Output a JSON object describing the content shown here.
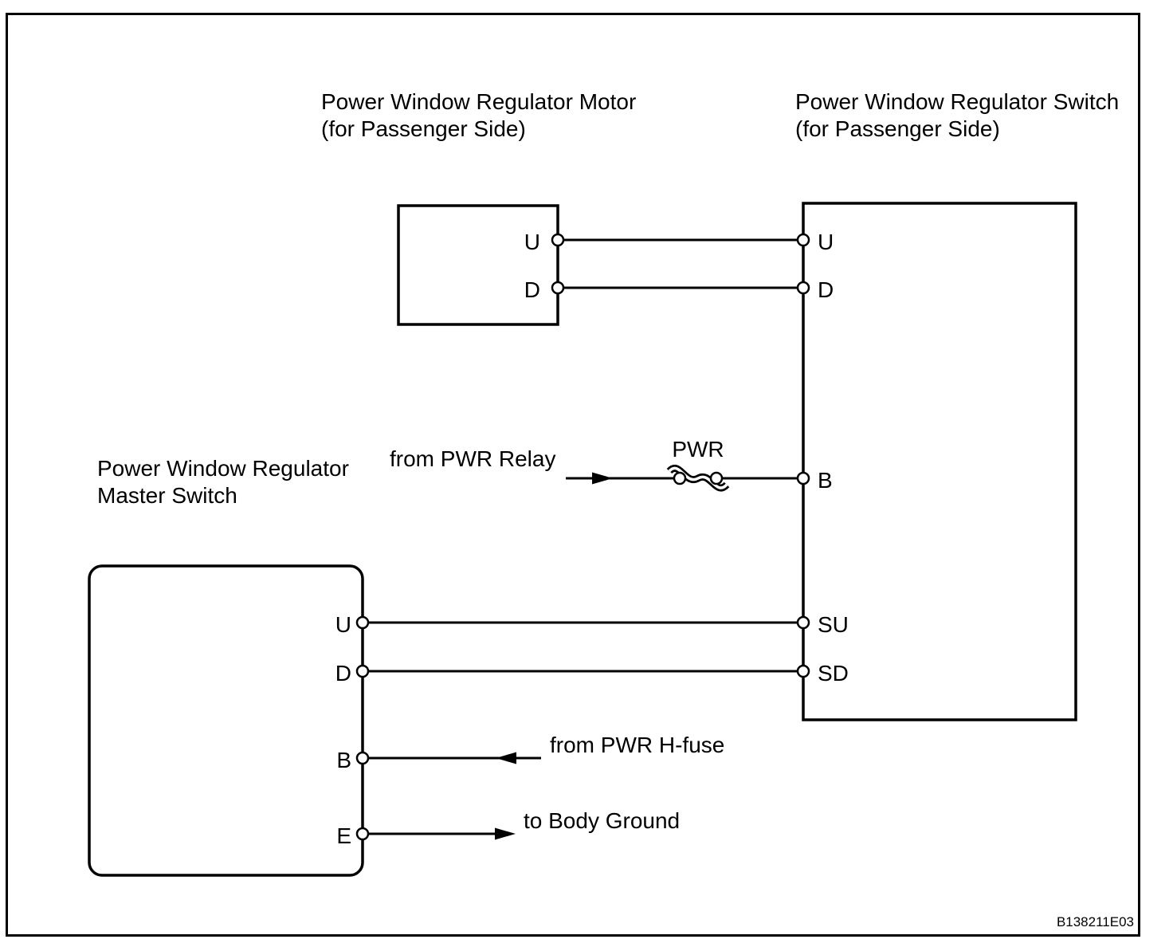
{
  "colors": {
    "ink": "#000000",
    "paper": "#ffffff"
  },
  "motor": {
    "title_line1": "Power Window Regulator Motor",
    "title_line2": "(for Passenger Side)",
    "terminals": [
      "U",
      "D"
    ]
  },
  "switch": {
    "title_line1": "Power Window Regulator Switch",
    "title_line2": "(for Passenger Side)",
    "terminals": [
      "U",
      "D",
      "B",
      "SU",
      "SD"
    ]
  },
  "master_switch": {
    "title_line1": "Power Window Regulator",
    "title_line2": "Master Switch",
    "terminals": [
      "U",
      "D",
      "B",
      "E"
    ]
  },
  "fuse": {
    "label": "PWR"
  },
  "annotations": {
    "from_pwr_relay": "from PWR Relay",
    "from_pwr_hfuse": "from PWR H-fuse",
    "to_body_ground": "to Body Ground"
  },
  "figure_code": "B138211E03",
  "connections": [
    {
      "from": "motor.U",
      "to": "switch.U"
    },
    {
      "from": "motor.D",
      "to": "switch.D"
    },
    {
      "from": "PWR Relay",
      "to": "switch.B",
      "via": "PWR fuse"
    },
    {
      "from": "master_switch.U",
      "to": "switch.SU"
    },
    {
      "from": "master_switch.D",
      "to": "switch.SD"
    },
    {
      "from": "PWR H-fuse",
      "to": "master_switch.B"
    },
    {
      "from": "master_switch.E",
      "to": "Body Ground"
    }
  ]
}
